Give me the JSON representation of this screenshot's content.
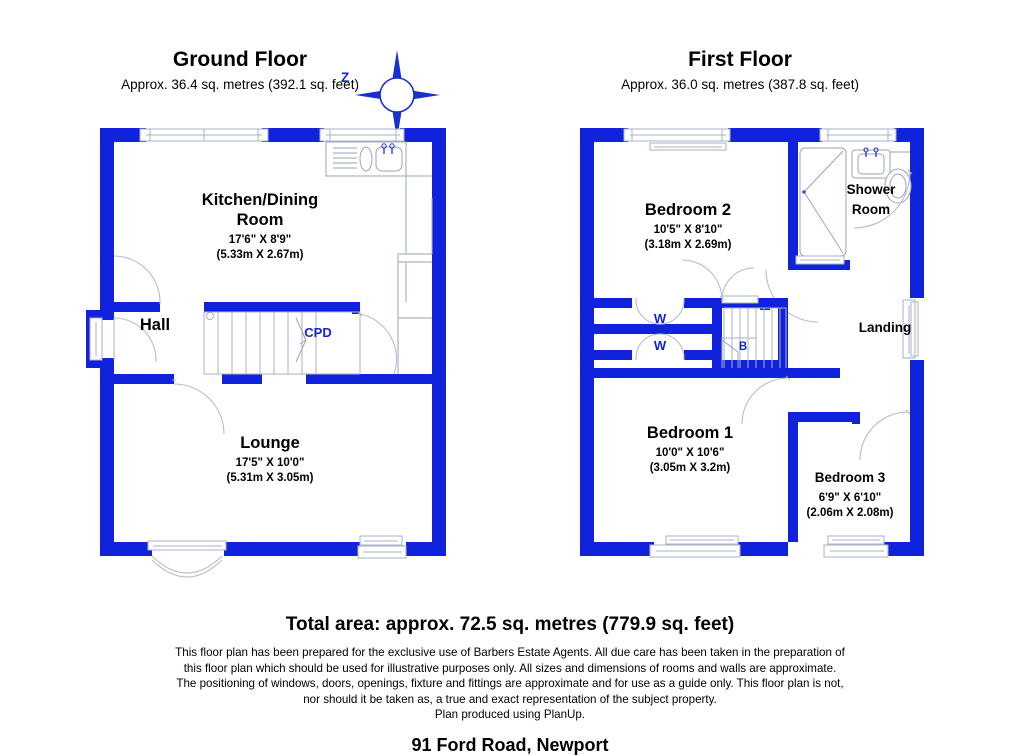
{
  "document": {
    "type": "floor-plan",
    "address": "91 Ford Road, Newport",
    "total_area": "Total area: approx. 72.5 sq. metres (779.9 sq. feet)",
    "disclaimer": "This floor plan has been prepared for the exclusive use of Barbers Estate Agents. All due care has been taken in the preparation of this floor plan which should be used for illustrative purposes only. All sizes and dimensions of rooms and walls are approximate. The positioning of windows, doors, openings, fixture and fittings are approximate and for use as a guide only. This floor plan is not, nor should it be taken as, a true and exact representation of the subject property.",
    "producer": "Plan produced using PlanUp.",
    "wall_color": "#1122dd",
    "fixture_color": "#b9c2d6"
  },
  "compass": {
    "label": "Z",
    "icon": "compass-star-icon"
  },
  "floors": [
    {
      "id": "ground",
      "title": "Ground Floor",
      "subtitle": "Approx. 36.4 sq. metres (392.1 sq. feet)",
      "rooms": [
        {
          "id": "kitchen-dining",
          "name": "Kitchen/Dining\nRoom",
          "name_line1": "Kitchen/Dining",
          "name_line2": "Room",
          "dim_imperial": "17'6\" X 8'9\"",
          "dim_metric": "(5.33m X 2.67m)"
        },
        {
          "id": "hall",
          "name": "Hall",
          "dim_imperial": "",
          "dim_metric": ""
        },
        {
          "id": "cpd",
          "name": "CPD",
          "dim_imperial": "",
          "dim_metric": ""
        },
        {
          "id": "lounge",
          "name": "Lounge",
          "dim_imperial": "17'5\" X 10'0\"",
          "dim_metric": "(5.31m X 3.05m)"
        }
      ]
    },
    {
      "id": "first",
      "title": "First Floor",
      "subtitle": "Approx. 36.0 sq. metres (387.8 sq. feet)",
      "rooms": [
        {
          "id": "bedroom-2",
          "name": "Bedroom 2",
          "dim_imperial": "10'5\" X 8'10\"",
          "dim_metric": "(3.18m X 2.69m)"
        },
        {
          "id": "shower-room",
          "name_line1": "Shower",
          "name_line2": "Room",
          "name": "Shower Room",
          "dim_imperial": "",
          "dim_metric": ""
        },
        {
          "id": "landing",
          "name": "Landing",
          "dim_imperial": "",
          "dim_metric": ""
        },
        {
          "id": "bedroom-1",
          "name": "Bedroom 1",
          "dim_imperial": "10'0\" X 10'6\"",
          "dim_metric": "(3.05m X 3.2m)"
        },
        {
          "id": "bedroom-3",
          "name": "Bedroom 3",
          "dim_imperial": "6'9\" X 6'10\"",
          "dim_metric": "(2.06m X 2.08m)"
        }
      ],
      "markers": [
        {
          "id": "wardrobe-upper",
          "label": "W"
        },
        {
          "id": "wardrobe-lower",
          "label": "W"
        },
        {
          "id": "boiler-cupboard",
          "label": "B"
        }
      ]
    }
  ]
}
